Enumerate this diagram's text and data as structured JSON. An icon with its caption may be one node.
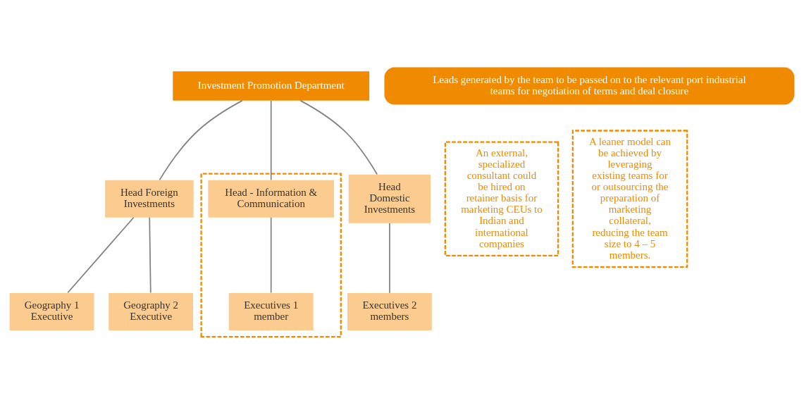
{
  "diagram": {
    "nodes": [
      {
        "text": [
          "Investment Promotion Department"
        ]
      },
      {
        "text": [
          "Head Foreign Investments"
        ]
      },
      {
        "text": [
          "Head Domestic Investments"
        ]
      },
      {
        "text": [],
        "shape": "box"
      },
      {
        "text": [
          "Head - Information & Communication"
        ],
        "in": 3
      },
      {
        "text": [
          "Geography 1 Executive"
        ]
      },
      {
        "text": [
          "Geography 2 Executive"
        ]
      },
      {
        "text": [
          "Executives 2 members"
        ]
      },
      {
        "text": [
          "Executives 1 member"
        ],
        "in": 3
      },
      {
        "text": [
          "An external, specialized consultant could be hired on retainer basis for marketing CEUs to Indian and international companies"
        ]
      },
      {
        "text": [
          "A leaner model can be achieved by leveraging existing teams for or outsourcing the preparation of marketing collateral, reducing the team size to 4 – 5 members."
        ]
      },
      {
        "text": [
          "Leads generated by the team to be passed on to the relevant port industrial teams for negotiation of terms and deal closure"
        ]
      }
    ],
    "edges": [
      {
        "from": 0,
        "to": 1,
        "arrow": "none"
      },
      {
        "from": 0,
        "to": 2,
        "arrow": "none"
      },
      {
        "from": 0,
        "to": 4,
        "arrow": "none"
      },
      {
        "from": 1,
        "to": 5,
        "arrow": "none"
      },
      {
        "from": 1,
        "to": 6,
        "arrow": "none"
      },
      {
        "from": 2,
        "to": 7,
        "arrow": "none"
      },
      {
        "from": 4,
        "to": 8,
        "arrow": "none"
      }
    ]
  }
}
